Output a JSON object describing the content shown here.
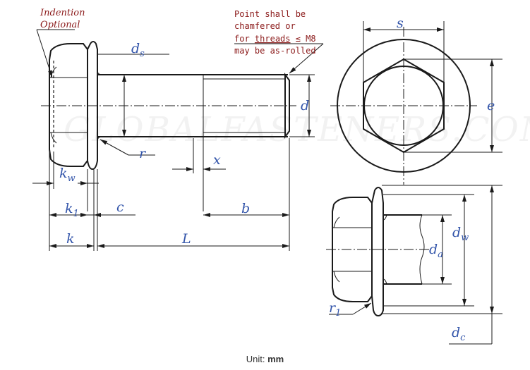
{
  "watermark": "GLOBALFASTENERS.COM",
  "notes": {
    "indention_line1": "Indention",
    "indention_line2": "Optional",
    "point_line1": "Point shall be",
    "point_line2": "chamfered or",
    "point_line3_pre": "for",
    "point_line3_ul": "threads",
    "point_line3_post": "≤ M8",
    "point_line4": "may be as-rolled"
  },
  "dimensions": {
    "ds": {
      "main": "d",
      "sub": "s"
    },
    "d": "d",
    "r": "r",
    "x": "x",
    "kw": {
      "main": "k",
      "sub": "w"
    },
    "k1": {
      "main": "k",
      "sub": "1"
    },
    "c": "c",
    "b": "b",
    "k": "k",
    "L": "L",
    "s": "s",
    "e": "e",
    "dw": {
      "main": "d",
      "sub": "w"
    },
    "da": {
      "main": "d",
      "sub": "a"
    },
    "r1": {
      "main": "r",
      "sub": "1"
    },
    "dc": {
      "main": "d",
      "sub": "c"
    }
  },
  "unit": {
    "label": "Unit:",
    "value": "mm"
  },
  "colors": {
    "dimension_text": "#3355aa",
    "note_text": "#8b1a1a",
    "lines": "#1a1a1a"
  }
}
